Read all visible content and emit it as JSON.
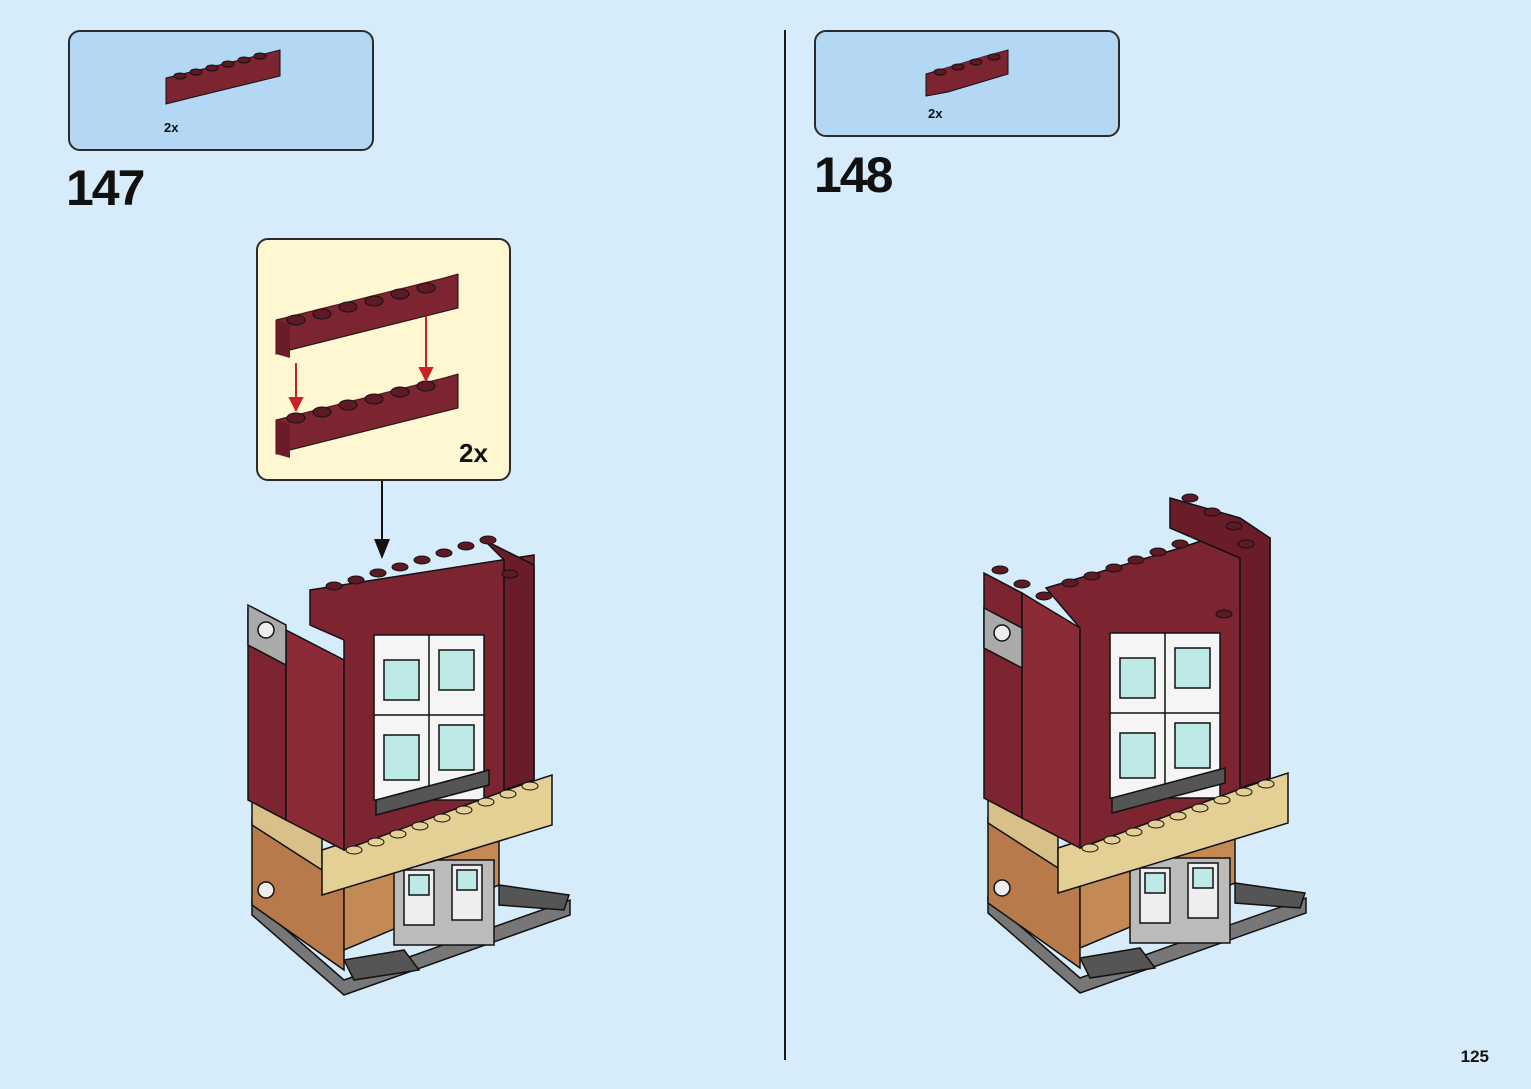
{
  "steps": [
    {
      "number": "147",
      "parts_qty": "2x",
      "subassembly_qty": "2x"
    },
    {
      "number": "148",
      "parts_qty": "2x"
    }
  ],
  "page_number": "125",
  "colors": {
    "background": "#d6ecfa",
    "parts_box": "#b4d8f3",
    "subassembly_box": "#fff6d2",
    "brick_dark_red": "#7d2431",
    "brick_tan": "#e4cf95",
    "brick_orange": "#b87a4b",
    "arrow_red": "#cc1f26"
  },
  "icons": [
    "brick-1x6-icon",
    "down-arrow-icon",
    "building-model-icon"
  ]
}
